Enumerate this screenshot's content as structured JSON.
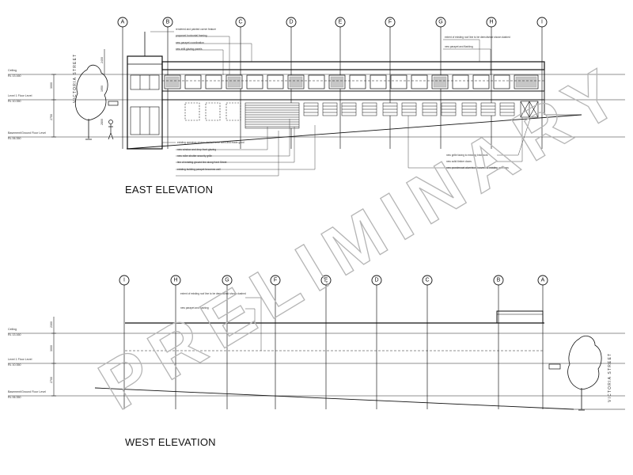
{
  "east": {
    "title": "EAST ELEVATION",
    "gridlines": [
      "A",
      "B",
      "C",
      "D",
      "E",
      "F",
      "G",
      "H",
      "I"
    ],
    "levels": [
      {
        "name": "Ceiling",
        "rl": "RL 13.160"
      },
      {
        "name": "Level 1 Floor Level",
        "rl": "RL 10.350"
      },
      {
        "name": "Basement/Ground Floor Level",
        "rl": "RL 06.350"
      }
    ],
    "dims": [
      "2400",
      "3000",
      "2750",
      "1950",
      "2800"
    ],
    "street": "VICTORIA STREET",
    "notes": [
      "rendered and painted corner feature",
      "proposed horizontal framing",
      "new parapet coordination",
      "new infill glazing panels",
      "extent of existing roof line to be demolished shown dashed",
      "new parapet and flashing",
      "existing openings shown dashed to be filled and made good",
      "new window and drop front glazing",
      "new roller shutter security grille",
      "line of existing ground line along Kent Street",
      "existing building parapet becomes wall",
      "new grille facing to existing brickwork",
      "new solid timber doors",
      "new powdercoat aluminium louvres to existing openings"
    ]
  },
  "west": {
    "title": "WEST ELEVATION",
    "gridlines": [
      "I",
      "H",
      "G",
      "F",
      "E",
      "D",
      "C",
      "B",
      "A"
    ],
    "levels": [
      {
        "name": "Ceiling",
        "rl": "RL 13.160"
      },
      {
        "name": "Level 1 Floor Level",
        "rl": "RL 10.350"
      },
      {
        "name": "Basement/Ground Floor Level",
        "rl": "RL 06.350"
      }
    ],
    "dims": [
      "2300",
      "3000",
      "2700"
    ],
    "street": "VICTORIA STREET",
    "notes": [
      "extent of existing roof line to be demolished shown dashed",
      "new parapet and flashing"
    ]
  },
  "watermark": "PRELIMINARY"
}
